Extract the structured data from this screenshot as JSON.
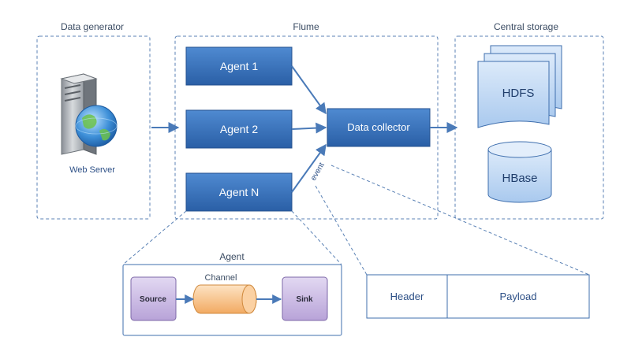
{
  "groups": {
    "data_generator": "Data generator",
    "flume": "Flume",
    "central_storage": "Central storage",
    "agent": "Agent"
  },
  "nodes": {
    "web_server": "Web Server",
    "agent1": "Agent 1",
    "agent2": "Agent 2",
    "agentN": "Agent N",
    "collector": "Data collector",
    "hdfs": "HDFS",
    "hbase": "HBase",
    "source": "Source",
    "channel": "Channel",
    "sink": "Sink"
  },
  "event": {
    "label": "event",
    "header": "Header",
    "payload": "Payload"
  },
  "colors": {
    "agent_blue": "#2f6cb8",
    "dashed_border": "#5b82b5",
    "storage_fill": "#bcd6f2",
    "source_sink_fill": "#cbbbe2",
    "channel_fill": "#f7c48d"
  }
}
